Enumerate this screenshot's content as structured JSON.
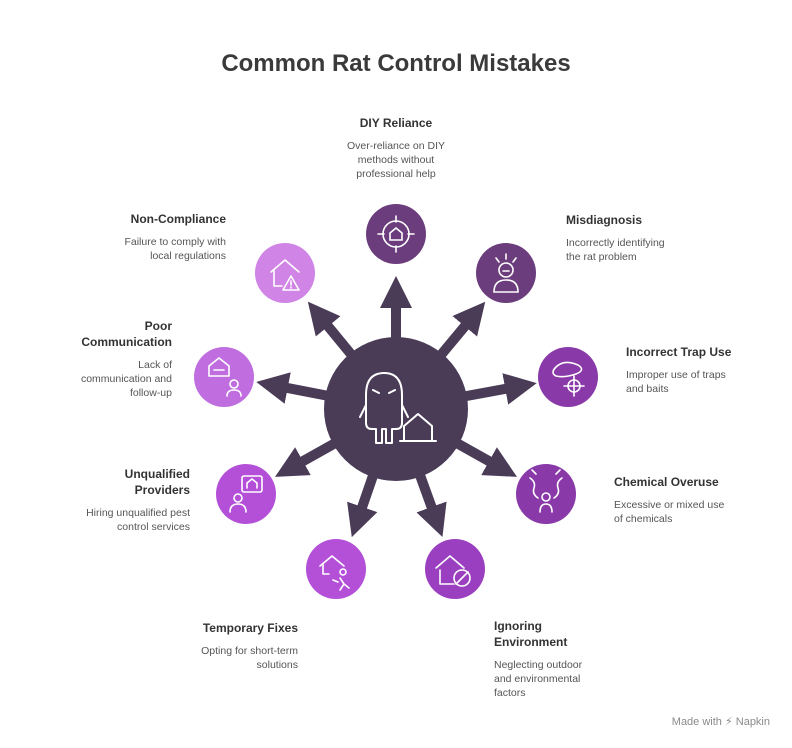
{
  "title": "Common Rat Control Mistakes",
  "footer": "Made with ⚡ Napkin",
  "colors": {
    "hub": "#4a3b57",
    "arrow": "#4a3b57",
    "dark_purple": "#6b3d7c",
    "medium_purple": "#9436b8",
    "bright_purple": "#b44fd8",
    "light_purple": "#cf84e6",
    "icon_stroke": "#ffffff"
  },
  "hub": {
    "icon": "rat-and-house-icon"
  },
  "items": [
    {
      "id": "diy-reliance",
      "title": "DIY Reliance",
      "description": "Over-reliance on DIY methods without professional help",
      "icon": "target-house-icon",
      "color": "#6b3d7c"
    },
    {
      "id": "misdiagnosis",
      "title": "Misdiagnosis",
      "description": "Incorrectly identifying the rat problem",
      "icon": "confused-person-icon",
      "color": "#6b3d7c"
    },
    {
      "id": "incorrect-trap-use",
      "title": "Incorrect Trap Use",
      "description": "Improper use of traps and baits",
      "icon": "trap-crosshair-icon",
      "color": "#8a39a8"
    },
    {
      "id": "chemical-overuse",
      "title": "Chemical Overuse",
      "description": "Excessive or mixed use of chemicals",
      "icon": "chemical-person-icon",
      "color": "#8a39a8"
    },
    {
      "id": "ignoring-environment",
      "title": "Ignoring Environment",
      "description": "Neglecting outdoor and environmental factors",
      "icon": "house-no-icon",
      "color": "#9a3fbf"
    },
    {
      "id": "temporary-fixes",
      "title": "Temporary Fixes",
      "description": "Opting for short-term solutions",
      "icon": "house-running-person-icon",
      "color": "#b44fd8"
    },
    {
      "id": "unqualified-providers",
      "title": "Unqualified Providers",
      "description": "Hiring unqualified pest control services",
      "icon": "person-house-bubble-icon",
      "color": "#b44fd8"
    },
    {
      "id": "poor-communication",
      "title": "Poor Communication",
      "description": "Lack of communication and follow-up",
      "icon": "person-chat-house-icon",
      "color": "#c06de0"
    },
    {
      "id": "non-compliance",
      "title": "Non-Compliance",
      "description": "Failure to comply with local regulations",
      "icon": "house-warning-icon",
      "color": "#cf84e6"
    }
  ]
}
